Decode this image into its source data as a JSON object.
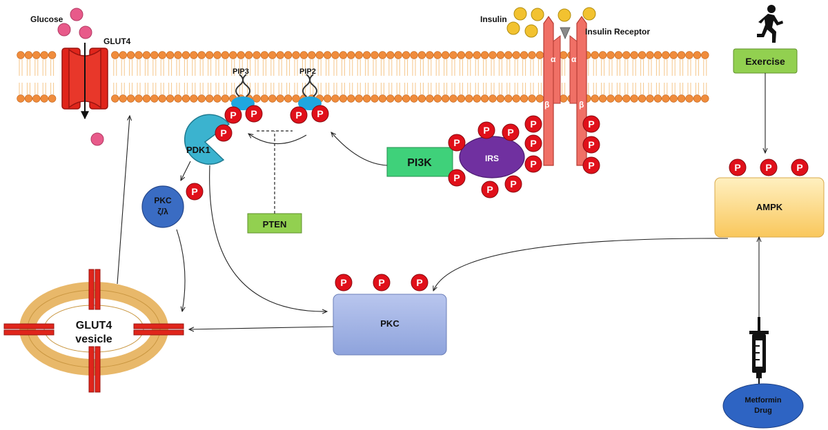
{
  "labels": {
    "glucose": "Glucose",
    "glut4": "GLUT4",
    "insulin": "Insulin",
    "insulin_receptor": "Insulin Receptor",
    "alpha": "α",
    "beta": "β",
    "pip3": "PIP3",
    "pip2": "PIP2",
    "phospho": "P",
    "pdk1": "PDK1",
    "pkc_zeta_line1": "PKC",
    "pkc_zeta_line2": "ζ/λ",
    "pten": "PTEN",
    "pi3k": "PI3K",
    "irs": "IRS",
    "exercise": "Exercise",
    "ampk": "AMPK",
    "pkc": "PKC",
    "glut4_vesicle_line1": "GLUT4",
    "glut4_vesicle_line2": "vesicle",
    "metformin_line1": "Metformin",
    "metformin_line2": "Drug"
  },
  "colors": {
    "membrane_head": "#f08c3c",
    "membrane_tail": "#f5c68a",
    "glucose": "#e85a8a",
    "insulin": "#f2c230",
    "glut4": "#e0251b",
    "receptor": "#f07066",
    "phospho": "#e0101a",
    "pip_head": "#1fa7e0",
    "pdk1": "#3bb3cf",
    "pkc_zeta": "#3a6cc3",
    "pten": "#92d050",
    "pi3k": "#3fd17a",
    "irs": "#7030a0",
    "exercise": "#92d050",
    "ampk": "#fbd67a",
    "pkc": "#9fb1e2",
    "vesicle": "#fcd691",
    "metformin": "#2e64c3"
  },
  "icons": {
    "runner": "running-person-icon",
    "syringe": "syringe-icon"
  }
}
